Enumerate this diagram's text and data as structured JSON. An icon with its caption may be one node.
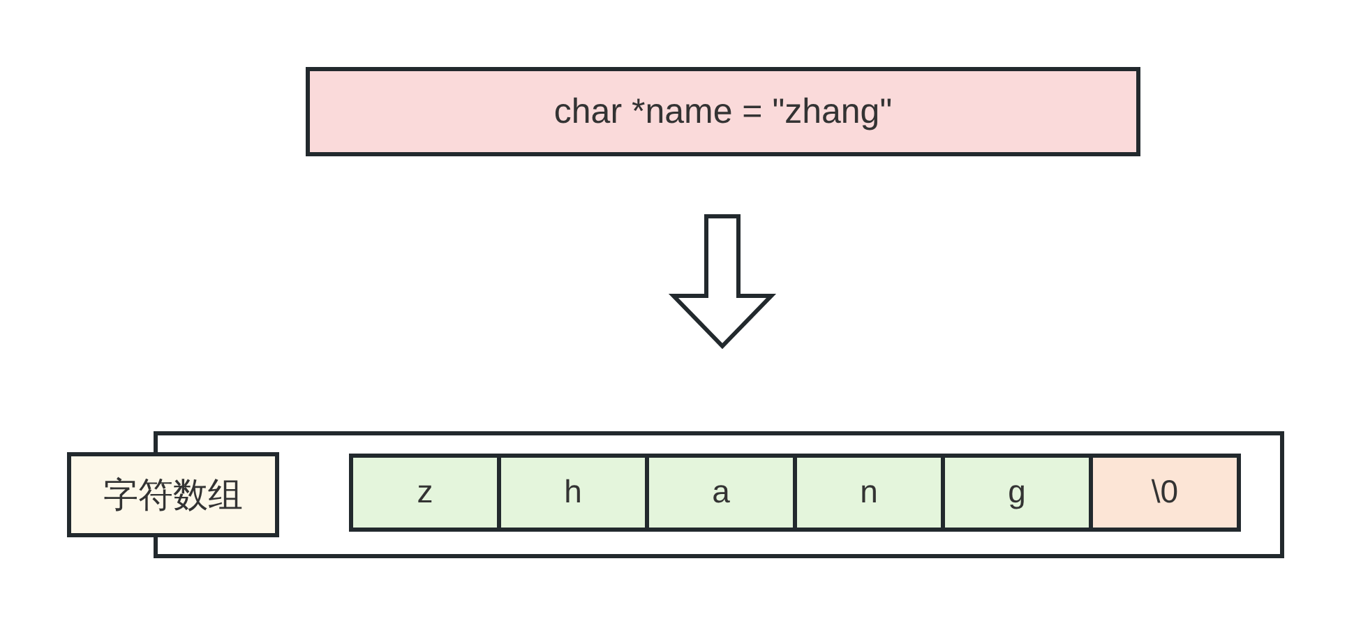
{
  "diagram": {
    "nodes": [
      {
        "text": [
          "char *name = \"zhang\""
        ]
      },
      {
        "text": [],
        "shape": "box"
      },
      {
        "text": [
          "字符数组"
        ]
      },
      {
        "text": [
          "z"
        ],
        "in": 1
      },
      {
        "text": [
          "h"
        ],
        "in": 1
      },
      {
        "text": [
          "a"
        ],
        "in": 1
      },
      {
        "text": [
          "n"
        ],
        "in": 1
      },
      {
        "text": [
          "g"
        ],
        "in": 1
      },
      {
        "text": [
          "\\0"
        ],
        "in": 1
      }
    ],
    "edges": [
      {
        "from": 0,
        "to": 1,
        "arrow": "to"
      }
    ]
  }
}
